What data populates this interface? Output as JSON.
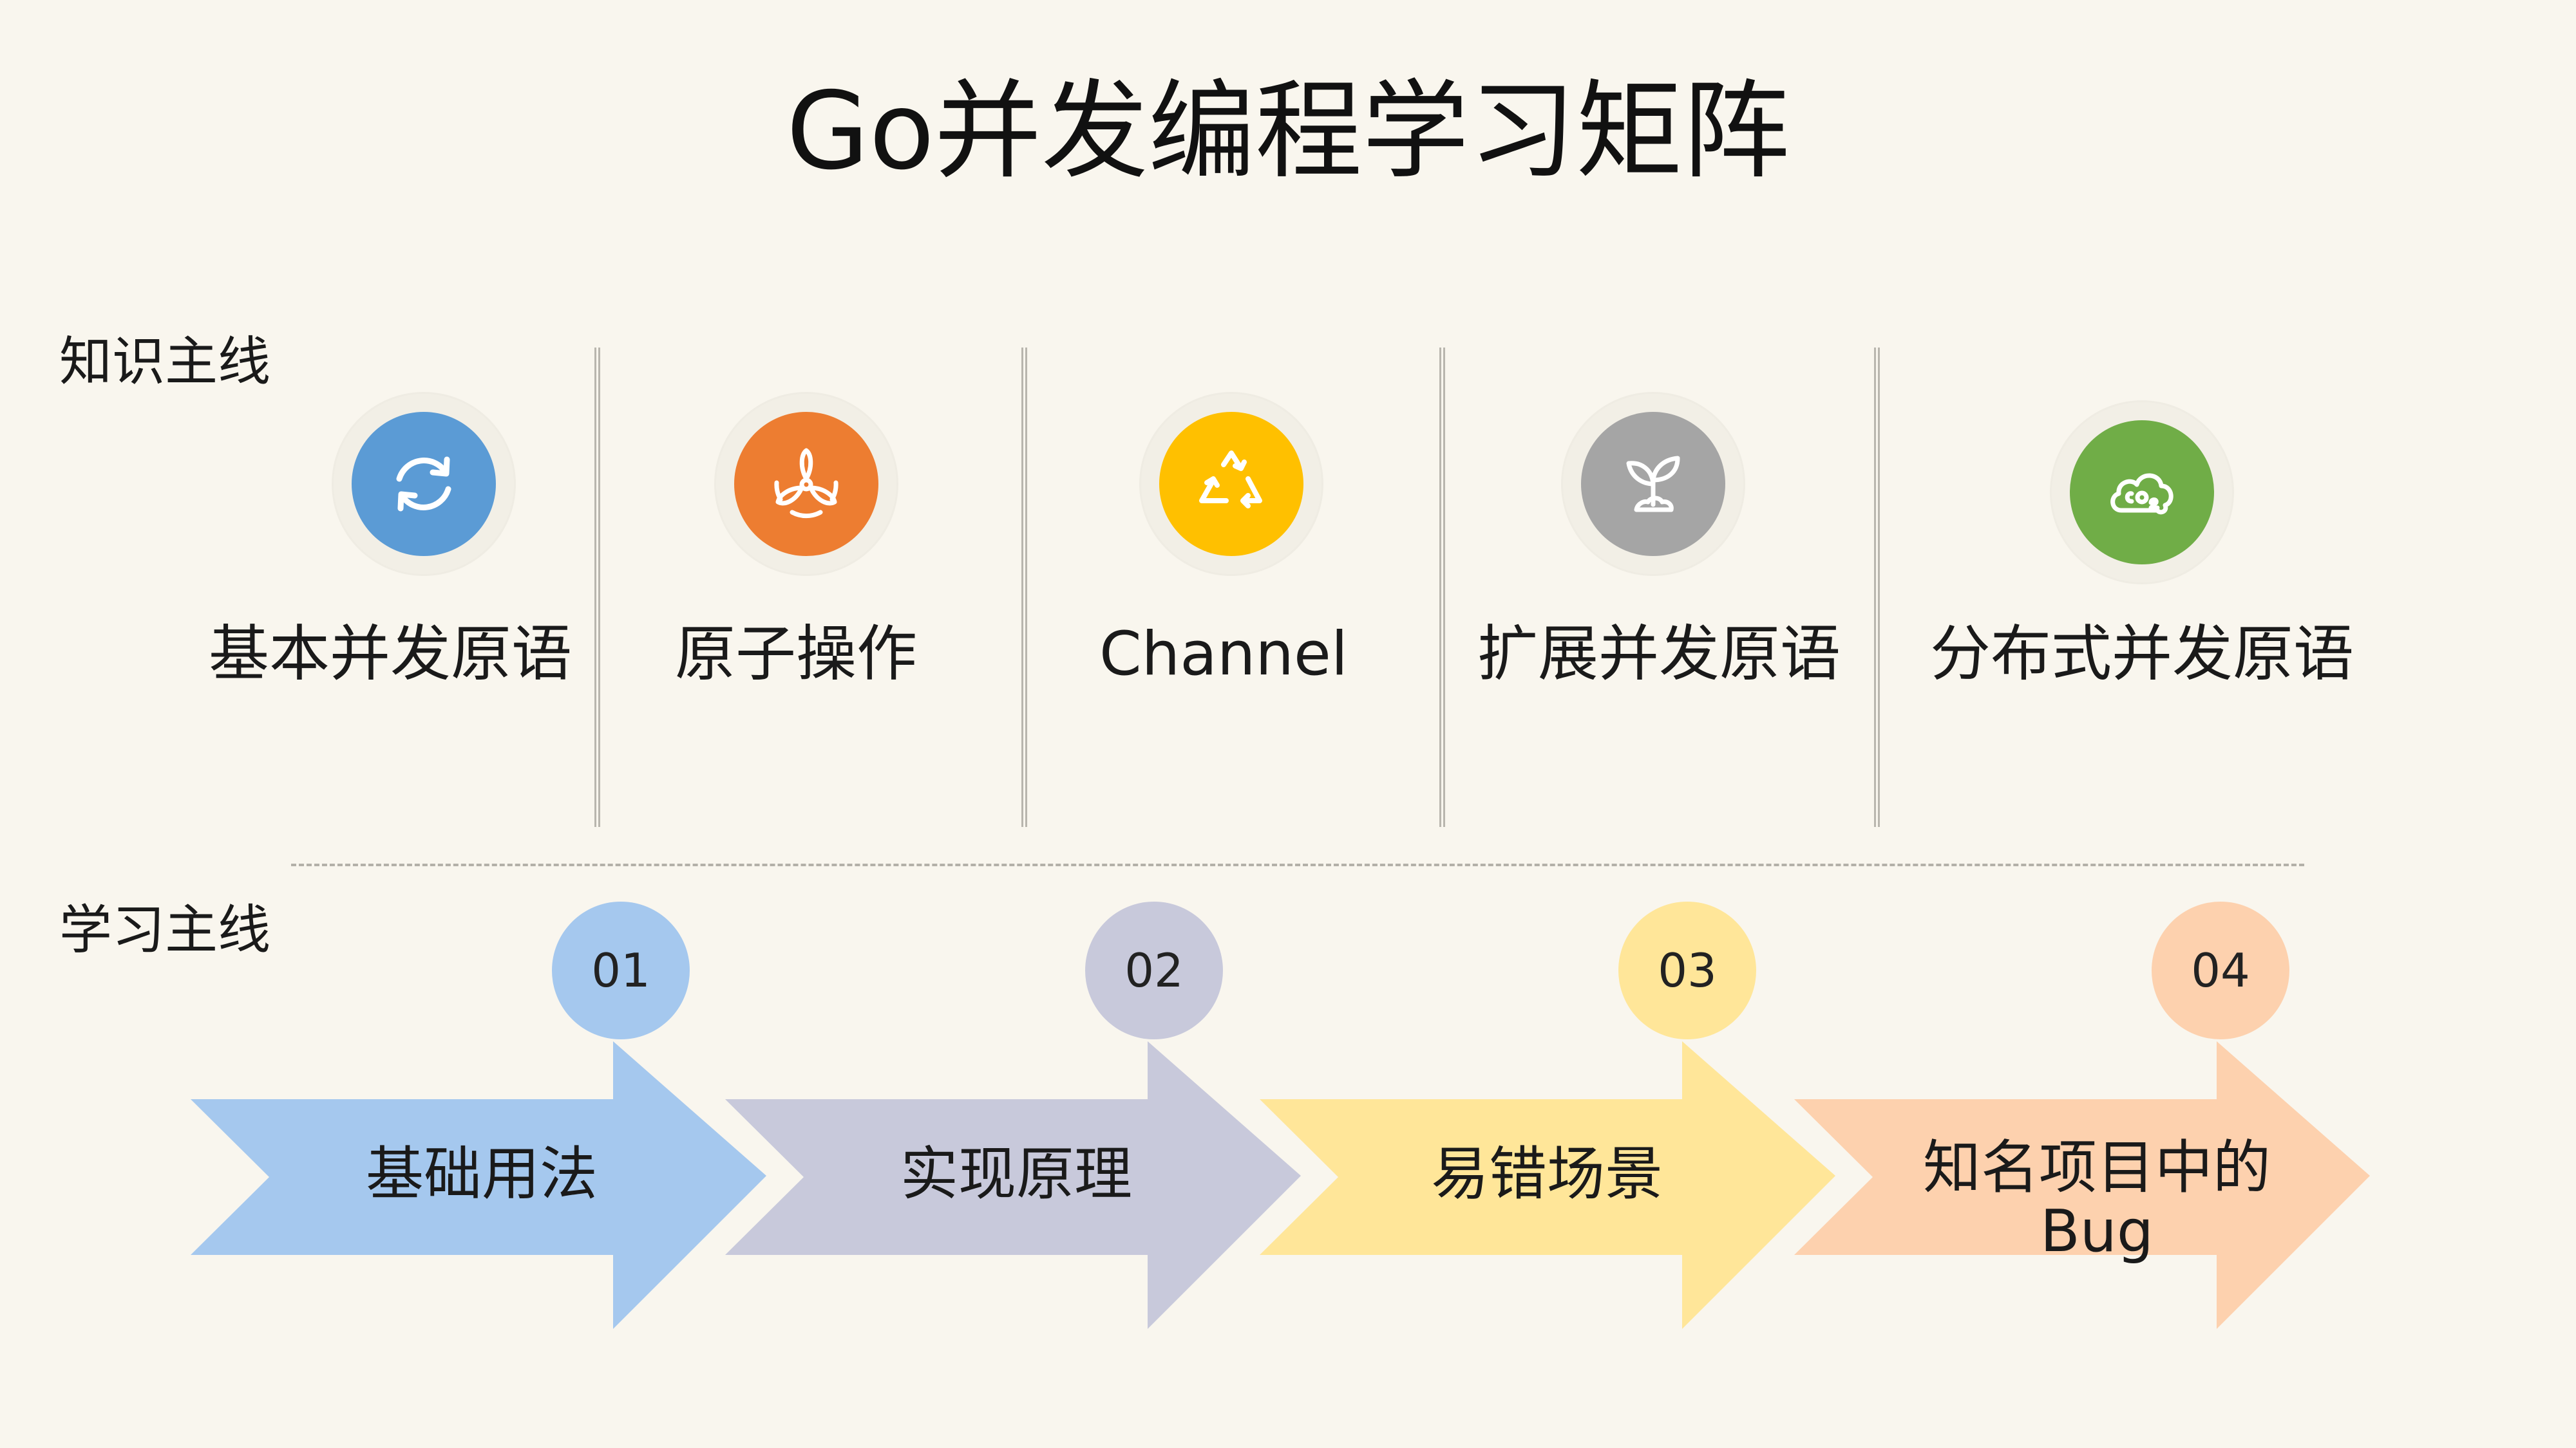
{
  "title": "Go并发编程学习矩阵",
  "knowledge_line": {
    "label": "知识主线",
    "topics": [
      {
        "label": "基本并发原语",
        "icon": "refresh-icon",
        "color": "#5b9bd5"
      },
      {
        "label": "原子操作",
        "icon": "fan-icon",
        "color": "#ed7d31"
      },
      {
        "label": "Channel",
        "icon": "recycle-icon",
        "color": "#ffc000"
      },
      {
        "label": "扩展并发原语",
        "icon": "sprout-icon",
        "color": "#a5a5a5"
      },
      {
        "label": "分布式并发原语",
        "icon": "co2-cloud-icon",
        "color": "#70ad47"
      }
    ]
  },
  "learning_line": {
    "label": "学习主线",
    "steps": [
      {
        "number": "01",
        "label": "基础用法",
        "color": "#a5c8ee"
      },
      {
        "number": "02",
        "label": "实现原理",
        "color": "#c8c9db"
      },
      {
        "number": "03",
        "label": "易错场景",
        "color": "#ffe699"
      },
      {
        "number": "04",
        "label": "知名项目中的Bug",
        "color": "#fdd1ae"
      }
    ]
  }
}
